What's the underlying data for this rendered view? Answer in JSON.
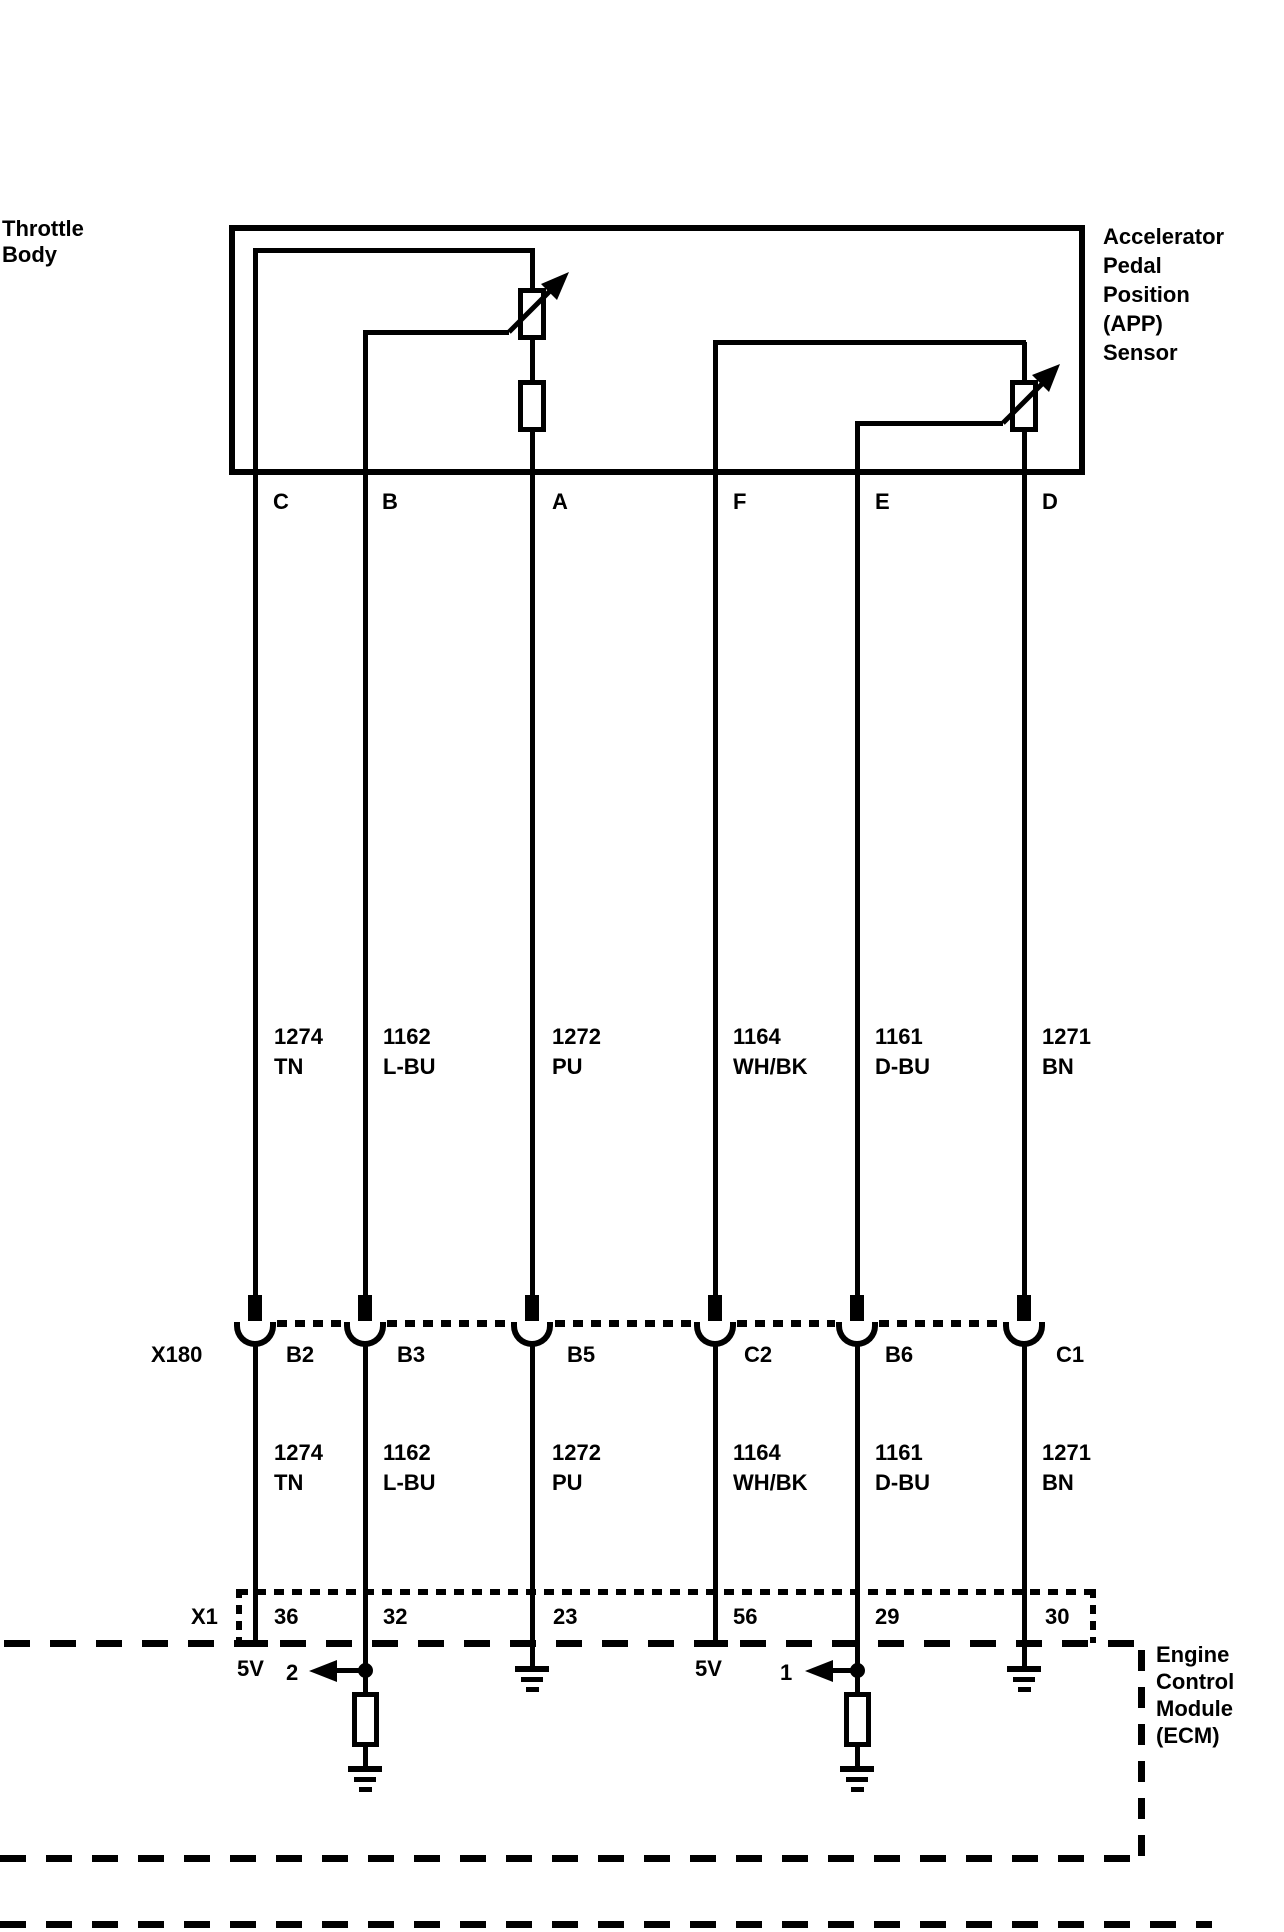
{
  "diagram": {
    "title_blocks": {
      "throttle_body": [
        "Throttle",
        "Body"
      ],
      "app_sensor": [
        "Accelerator",
        "Pedal",
        "Position",
        "(APP)",
        "Sensor"
      ],
      "ecm": [
        "Engine",
        "Control",
        "Module",
        "(ECM)"
      ]
    },
    "connectors": {
      "x180_label": "X180",
      "x1_label": "X1"
    },
    "wires": [
      {
        "top_pin": "C",
        "circuit": "1274",
        "color": "TN",
        "x180_pin": "B2",
        "x1_pin": "36"
      },
      {
        "top_pin": "B",
        "circuit": "1162",
        "color": "L-BU",
        "x180_pin": "B3",
        "x1_pin": "32"
      },
      {
        "top_pin": "A",
        "circuit": "1272",
        "color": "PU",
        "x180_pin": "B5",
        "x1_pin": "23"
      },
      {
        "top_pin": "F",
        "circuit": "1164",
        "color": "WH/BK",
        "x180_pin": "C2",
        "x1_pin": "56"
      },
      {
        "top_pin": "E",
        "circuit": "1161",
        "color": "D-BU",
        "x180_pin": "B6",
        "x1_pin": "29"
      },
      {
        "top_pin": "D",
        "circuit": "1271",
        "color": "BN",
        "x180_pin": "C1",
        "x1_pin": "30"
      }
    ],
    "ecm_internals": {
      "left_supply": "5V",
      "left_ref": "2",
      "right_supply": "5V",
      "right_ref": "1"
    },
    "colors": {
      "ink": "#000000",
      "background": "#ffffff"
    }
  }
}
